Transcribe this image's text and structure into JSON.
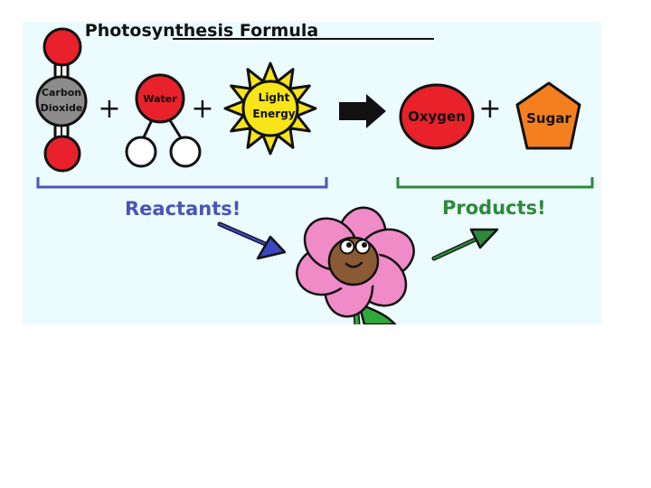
{
  "title": "Photosynthesis Formula",
  "reactants": {
    "carbon_dioxide": {
      "line1": "Carbon",
      "line2": "Dioxide"
    },
    "water": "Water",
    "light_energy": {
      "line1": "Light",
      "line2": "Energy"
    }
  },
  "products": {
    "oxygen": "Oxygen",
    "sugar": "Sugar"
  },
  "operators": {
    "plus": "+"
  },
  "group_labels": {
    "reactants": "Reactants!",
    "products": "Products!"
  },
  "colors": {
    "panel": "#ecfbfd",
    "red": "#e8212b",
    "grey": "#8c8c8c",
    "sun": "#f7e419",
    "sugar": "#f57f1f",
    "reactants_blue": "#4b55b6",
    "products_green": "#2c8a3a",
    "petal_pink": "#f08bc8",
    "face_brown": "#8a5a34",
    "stem_green": "#2faa3a"
  }
}
